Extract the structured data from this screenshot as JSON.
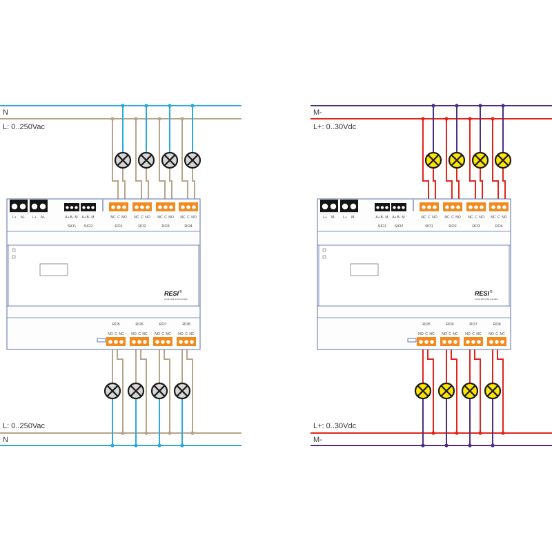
{
  "colors": {
    "neutral": "#29a9e0",
    "live_ac": "#b8a48a",
    "dc_minus": "#4b2e83",
    "dc_plus": "#e2231a",
    "terminal": "#f28a1e",
    "lamp_off": "#d7d7d7",
    "lamp_on": "#ffe600",
    "module_line": "#5a6ea8"
  },
  "left_panel": {
    "top_rails": {
      "n": "N",
      "l": "L: 0..250Vac"
    },
    "bottom_rails": {
      "l": "L: 0..250Vac",
      "n": "N"
    }
  },
  "right_panel": {
    "top_rails": {
      "m": "M-",
      "l": "L+: 0..30Vdc"
    },
    "bottom_rails": {
      "l": "L+: 0..30Vdc",
      "m": "M-"
    }
  },
  "module": {
    "power_terminals": [
      "L+",
      "M-",
      "L+",
      "M-"
    ],
    "sio_terminals": [
      "A+",
      "B-",
      "M",
      "A+",
      "B-",
      "M"
    ],
    "sio_groups": [
      "SIO1",
      "SIO2"
    ],
    "top_relays": [
      "RO1",
      "RO2",
      "RO3",
      "RO4"
    ],
    "bottom_relays": [
      "RO5",
      "RO6",
      "RO7",
      "RO8"
    ],
    "top_pins": [
      "NC",
      "C",
      "NO"
    ],
    "bottom_pins": [
      "NO",
      "C",
      "NC"
    ],
    "brand": "RESI",
    "brand_mark": "®",
    "slogan": "Let the spirit of the innovation"
  }
}
